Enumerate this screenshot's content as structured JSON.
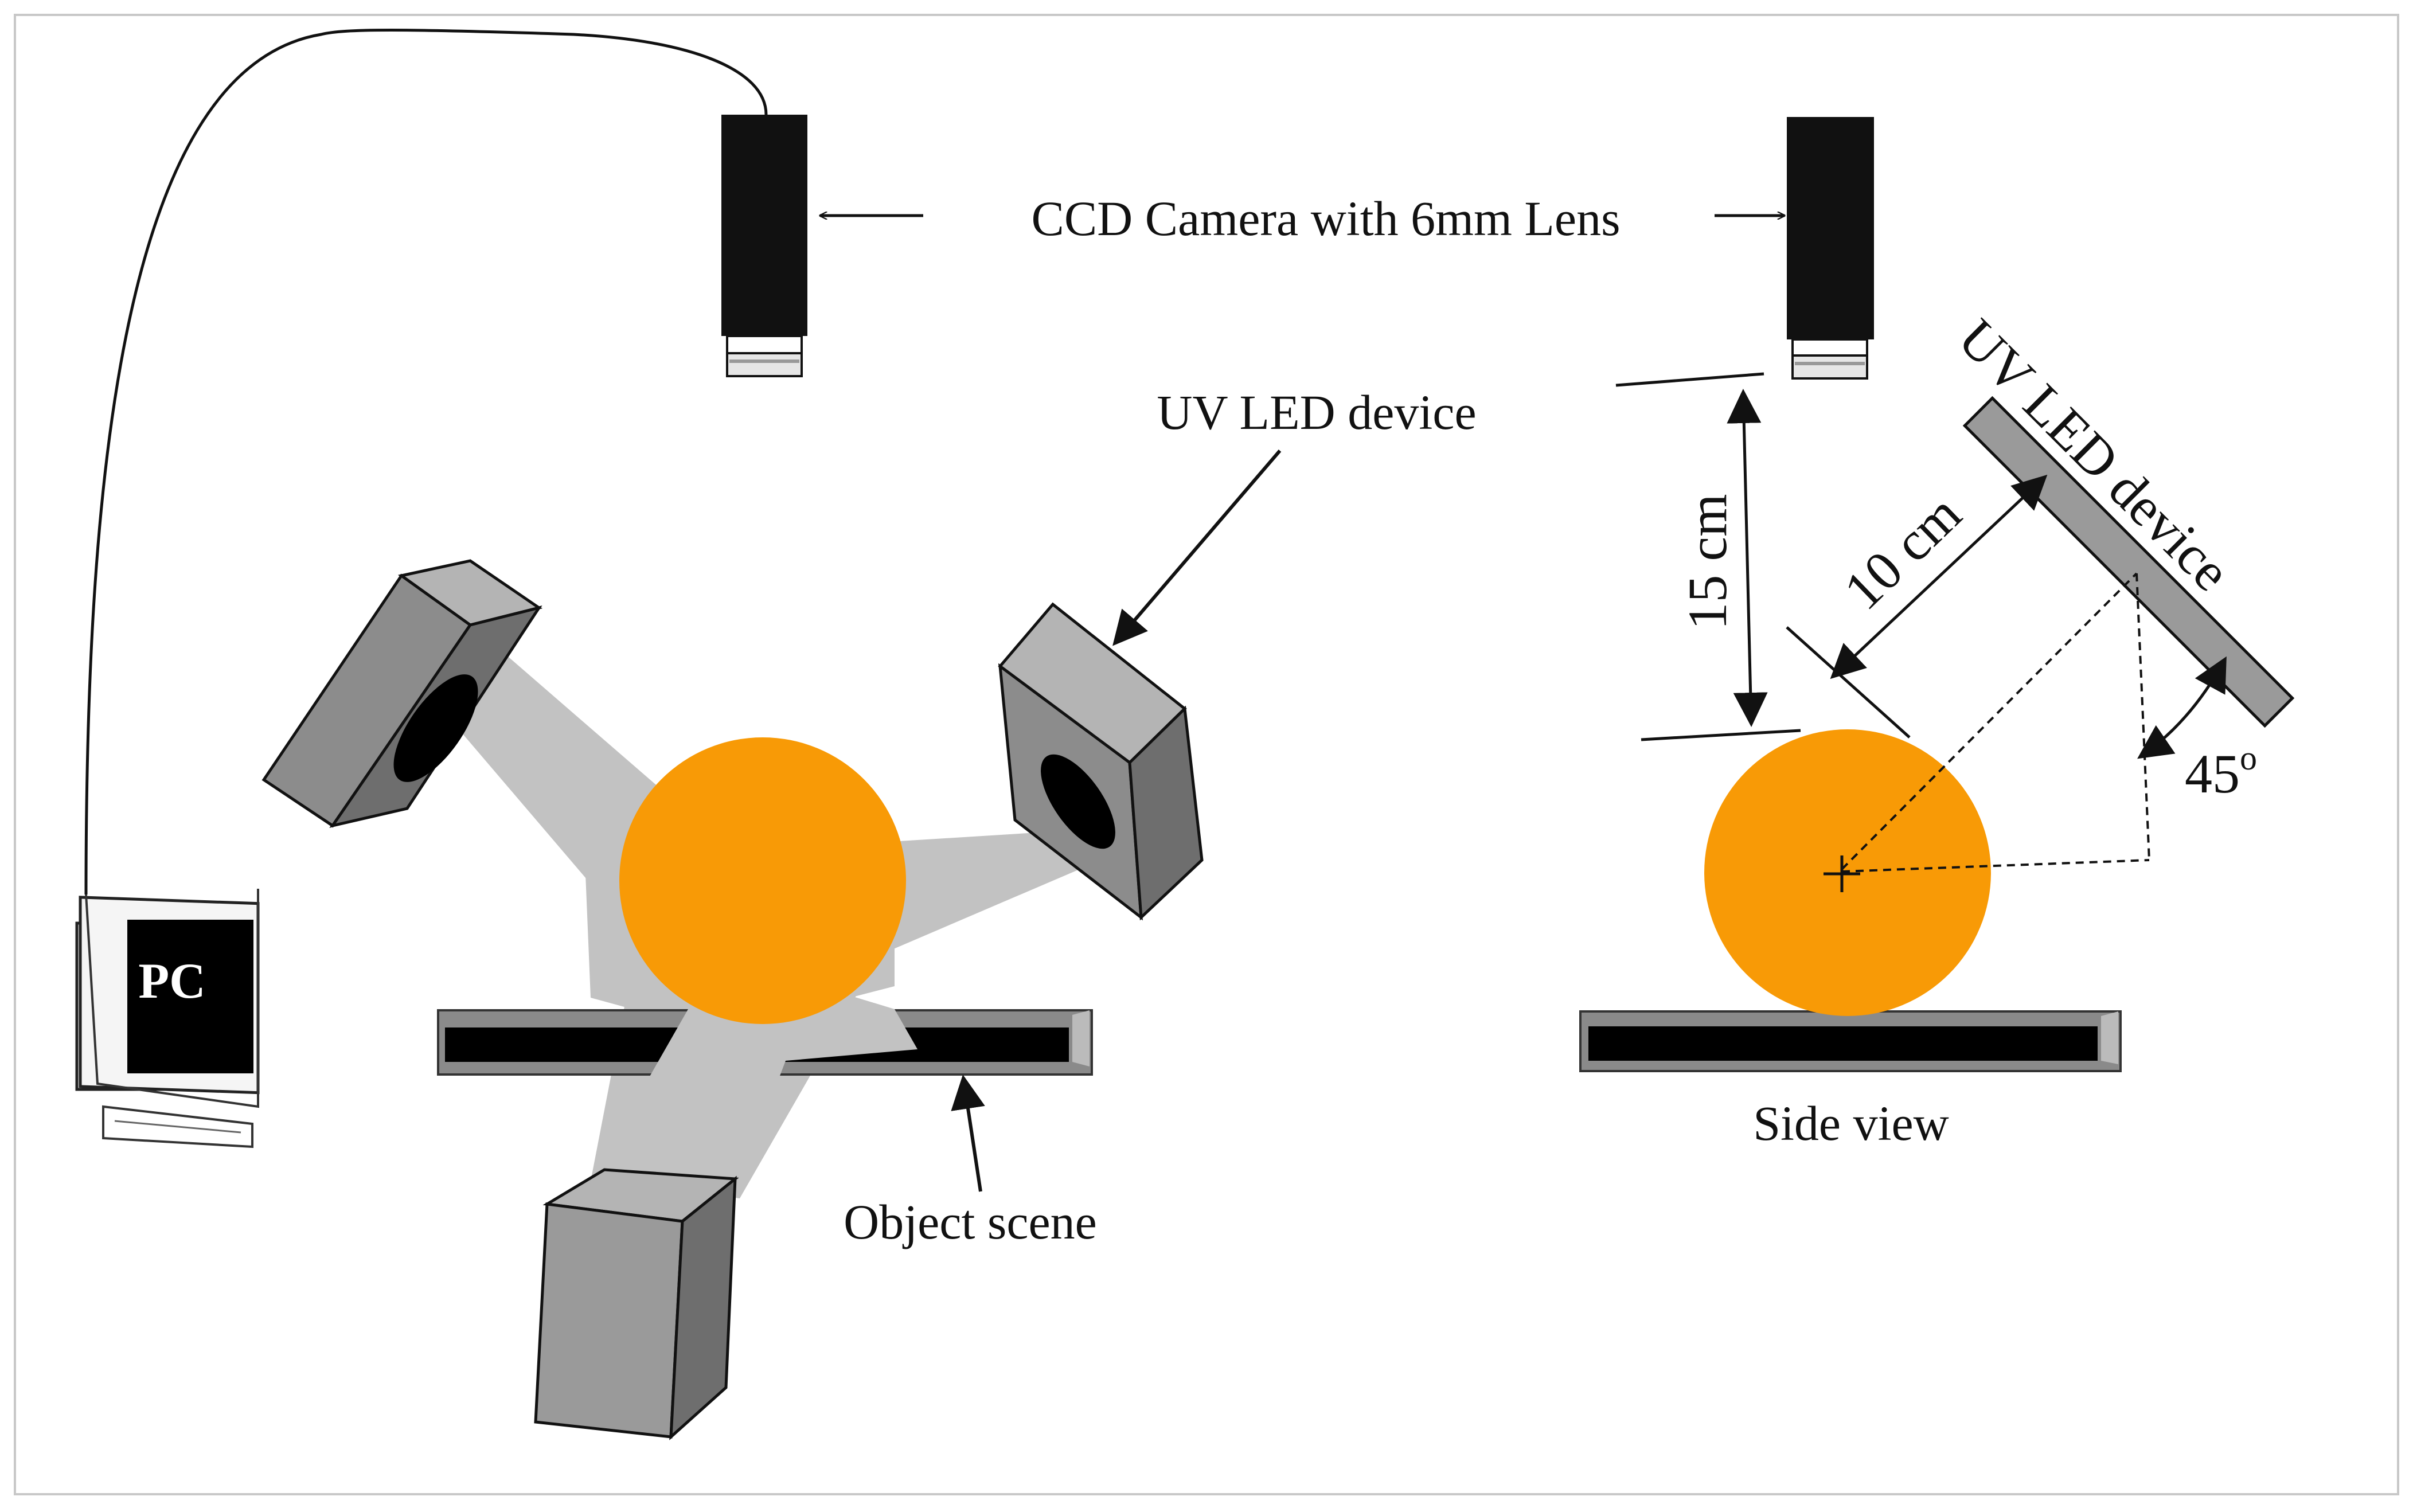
{
  "labels": {
    "camera": "CCD Camera with 6mm Lens",
    "uv_led_top": "UV LED device",
    "uv_led_side": "UV LED device",
    "object_scene": "Object scene",
    "side_view": "Side view",
    "pc": "PC",
    "dist_15": "15  cm",
    "dist_10": "10 cm",
    "angle": "45",
    "angle_deg": "o"
  },
  "colors": {
    "sphere": "#F89A06",
    "device": "#9A9A9A",
    "device_dark": "#6E6E6E",
    "device_light": "#B4B4B4",
    "beam": "#C2C2C2",
    "camera": "#111111",
    "line": "#111111"
  },
  "icons": [
    "camera-icon",
    "pc-monitor-icon",
    "uv-led-icon",
    "sphere-object",
    "stage-plate"
  ]
}
